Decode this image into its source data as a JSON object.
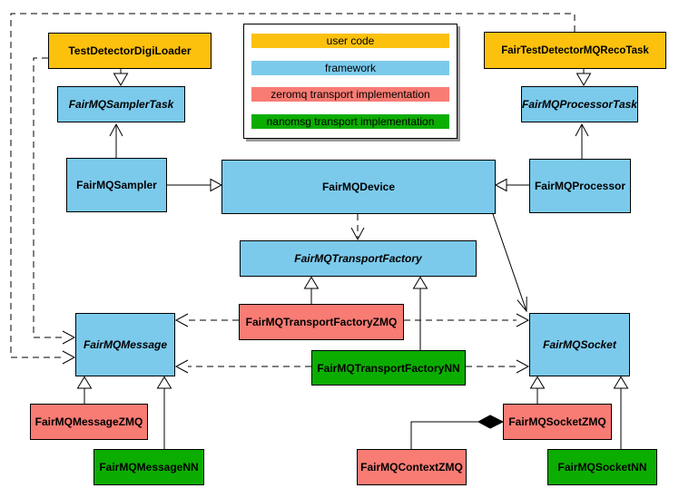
{
  "diagram": {
    "description": "FairMQ class diagram",
    "colors": {
      "user": "#FCC10D",
      "framework": "#7BCAEC",
      "zeromq": "#F87C74",
      "nanomsg": "#0CAD01",
      "line": "#000000",
      "background": "#FFFFFF"
    },
    "legend": {
      "items": [
        {
          "label": "user code",
          "color_key": "user"
        },
        {
          "label": "framework",
          "color_key": "framework"
        },
        {
          "label": "zeromq transport implementation",
          "color_key": "zeromq"
        },
        {
          "label": "nanomsg transport implementation",
          "color_key": "nanomsg"
        }
      ]
    },
    "nodes": {
      "test_detector_digi_loader": {
        "label": "TestDetectorDigiLoader",
        "category": "user"
      },
      "fair_test_detector_mq_reco_task": {
        "label": "FairTestDetectorMQRecoTask",
        "category": "user"
      },
      "fairmq_sampler_task": {
        "label": "FairMQSamplerTask",
        "category": "framework",
        "abstract": true
      },
      "fairmq_processor_task": {
        "label": "FairMQProcessorTask",
        "category": "framework",
        "abstract": true
      },
      "fairmq_sampler": {
        "label": "FairMQSampler",
        "category": "framework"
      },
      "fairmq_device": {
        "label": "FairMQDevice",
        "category": "framework"
      },
      "fairmq_processor": {
        "label": "FairMQProcessor",
        "category": "framework"
      },
      "fairmq_transport_factory": {
        "label": "FairMQTransportFactory",
        "category": "framework",
        "abstract": true
      },
      "fairmq_transport_factory_zmq": {
        "label": "FairMQTransportFactoryZMQ",
        "category": "zeromq"
      },
      "fairmq_transport_factory_nn": {
        "label": "FairMQTransportFactoryNN",
        "category": "nanomsg"
      },
      "fairmq_message": {
        "label": "FairMQMessage",
        "category": "framework",
        "abstract": true
      },
      "fairmq_socket": {
        "label": "FairMQSocket",
        "category": "framework",
        "abstract": true
      },
      "fairmq_message_zmq": {
        "label": "FairMQMessageZMQ",
        "category": "zeromq"
      },
      "fairmq_message_nn": {
        "label": "FairMQMessageNN",
        "category": "nanomsg"
      },
      "fairmq_socket_zmq": {
        "label": "FairMQSocketZMQ",
        "category": "zeromq"
      },
      "fairmq_socket_nn": {
        "label": "FairMQSocketNN",
        "category": "nanomsg"
      },
      "fairmq_context_zmq": {
        "label": "FairMQContextZMQ",
        "category": "zeromq"
      }
    },
    "relationships": [
      {
        "from": "test_detector_digi_loader",
        "to": "fairmq_sampler_task",
        "type": "inheritance",
        "style": "solid"
      },
      {
        "from": "fair_test_detector_mq_reco_task",
        "to": "fairmq_processor_task",
        "type": "inheritance",
        "style": "solid"
      },
      {
        "from": "fairmq_sampler",
        "to": "fairmq_sampler_task",
        "type": "association",
        "style": "solid"
      },
      {
        "from": "fairmq_processor",
        "to": "fairmq_processor_task",
        "type": "association",
        "style": "solid"
      },
      {
        "from": "fairmq_sampler",
        "to": "fairmq_device",
        "type": "inheritance",
        "style": "solid"
      },
      {
        "from": "fairmq_processor",
        "to": "fairmq_device",
        "type": "inheritance",
        "style": "solid"
      },
      {
        "from": "fairmq_device",
        "to": "fairmq_transport_factory",
        "type": "dependency",
        "style": "dashed"
      },
      {
        "from": "fairmq_device",
        "to": "fairmq_socket",
        "type": "association",
        "style": "solid"
      },
      {
        "from": "fairmq_transport_factory_zmq",
        "to": "fairmq_transport_factory",
        "type": "inheritance",
        "style": "solid"
      },
      {
        "from": "fairmq_transport_factory_nn",
        "to": "fairmq_transport_factory",
        "type": "inheritance",
        "style": "solid"
      },
      {
        "from": "fairmq_transport_factory_zmq",
        "to": "fairmq_message",
        "type": "dependency",
        "style": "dashed"
      },
      {
        "from": "fairmq_transport_factory_zmq",
        "to": "fairmq_socket",
        "type": "dependency",
        "style": "dashed"
      },
      {
        "from": "fairmq_transport_factory_nn",
        "to": "fairmq_message",
        "type": "dependency",
        "style": "dashed"
      },
      {
        "from": "fairmq_transport_factory_nn",
        "to": "fairmq_socket",
        "type": "dependency",
        "style": "dashed"
      },
      {
        "from": "fairmq_message_zmq",
        "to": "fairmq_message",
        "type": "inheritance",
        "style": "solid"
      },
      {
        "from": "fairmq_message_nn",
        "to": "fairmq_message",
        "type": "inheritance",
        "style": "solid"
      },
      {
        "from": "fairmq_socket_zmq",
        "to": "fairmq_socket",
        "type": "inheritance",
        "style": "solid"
      },
      {
        "from": "fairmq_socket_nn",
        "to": "fairmq_socket",
        "type": "inheritance",
        "style": "solid"
      },
      {
        "from": "fairmq_context_zmq",
        "to": "fairmq_socket_zmq",
        "type": "composition",
        "style": "solid"
      },
      {
        "from": "test_detector_digi_loader",
        "to": "fairmq_message",
        "type": "dependency",
        "style": "dashed"
      },
      {
        "from": "fair_test_detector_mq_reco_task",
        "to": "fairmq_message",
        "type": "dependency",
        "style": "dashed"
      }
    ]
  }
}
